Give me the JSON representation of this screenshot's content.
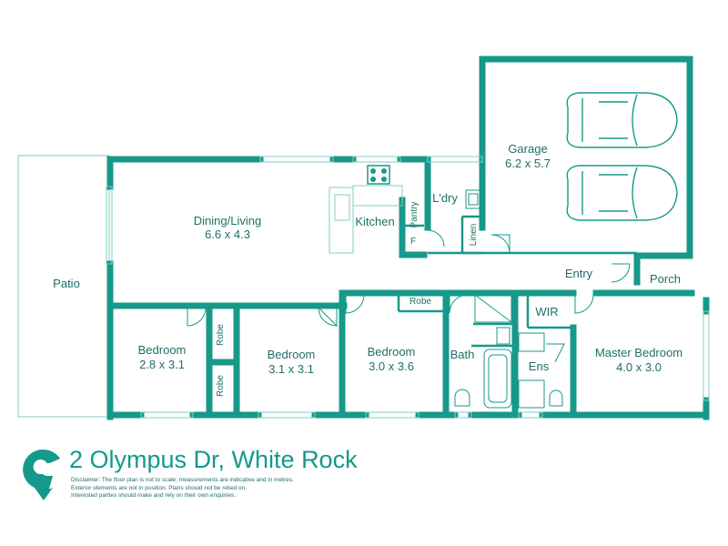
{
  "colors": {
    "brand": "#139a8a",
    "wall": "#17998a",
    "text": "#1f6f68",
    "thin_line": "#7fcfc6"
  },
  "rooms": {
    "garage": {
      "name": "Garage",
      "size": "6.2 x 5.7"
    },
    "dining_living": {
      "name": "Dining/Living",
      "size": "6.6 x 4.3"
    },
    "kitchen": {
      "name": "Kitchen"
    },
    "pantry": {
      "name": "Pantry"
    },
    "fridge": {
      "name": "F"
    },
    "laundry": {
      "name": "L'dry"
    },
    "linen": {
      "name": "Linen"
    },
    "patio": {
      "name": "Patio"
    },
    "entry": {
      "name": "Entry"
    },
    "porch": {
      "name": "Porch"
    },
    "bedroom1": {
      "name": "Bedroom",
      "size": "2.8 x 3.1"
    },
    "bedroom2": {
      "name": "Bedroom",
      "size": "3.1 x 3.1"
    },
    "bedroom3": {
      "name": "Bedroom",
      "size": "3.0 x 3.6"
    },
    "robe1": {
      "name": "Robe"
    },
    "robe2": {
      "name": "Robe"
    },
    "robe3": {
      "name": "Robe"
    },
    "bath": {
      "name": "Bath"
    },
    "wir": {
      "name": "WIR"
    },
    "ensuite": {
      "name": "Ens"
    },
    "master_bedroom": {
      "name": "Master Bedroom",
      "size": "4.0 x 3.0"
    }
  },
  "logo": {
    "icon": "brand-c-pin-logo"
  },
  "title": "2 Olympus Dr, White Rock",
  "disclaimer": [
    "Disclaimer: The floor plan is not to scale; measurements are indicative and in metres.",
    "Exterior elements are not in position. Plans should not be relied on.",
    "Interested parties should make and rely on their own enquiries."
  ]
}
